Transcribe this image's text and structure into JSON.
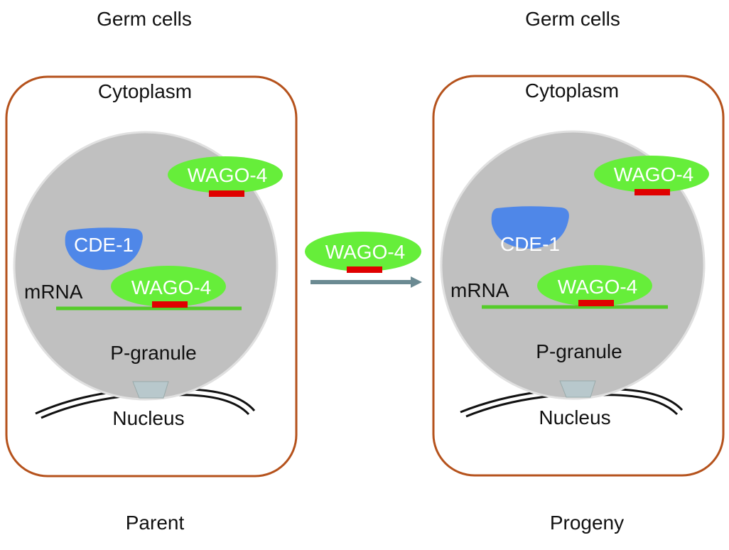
{
  "colors": {
    "cell_border": "#b5521c",
    "granule_fill": "#c0c0c0",
    "granule_rim": "#e0e0e0",
    "wago_fill": "#66ee3a",
    "sirna_fill": "#e00000",
    "cde_fill": "#4f87e8",
    "mrna_line": "#55cc2a",
    "arrow": "#6b8a92",
    "pore_fill": "#b8c8cc"
  },
  "panels": [
    {
      "header": "Germ cells",
      "cytoplasm": "Cytoplasm",
      "free_wago": "WAGO-4",
      "cde": "CDE-1",
      "mrna": "mRNA",
      "bound_wago": "WAGO-4",
      "granule": "P-granule",
      "nucleus": "Nucleus",
      "caption": "Parent"
    },
    {
      "header": "Germ cells",
      "cytoplasm": "Cytoplasm",
      "free_wago": "WAGO-4",
      "cde": "CDE-1",
      "mrna": "mRNA",
      "bound_wago": "WAGO-4",
      "granule": "P-granule",
      "nucleus": "Nucleus",
      "caption": "Progeny"
    }
  ],
  "transfer": {
    "label": "WAGO-4"
  }
}
